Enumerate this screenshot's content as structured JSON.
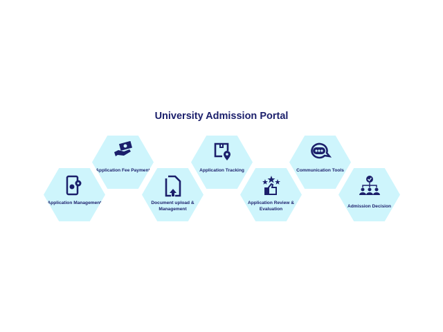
{
  "title": "University Admission Portal",
  "colors": {
    "hexagon": "#cef5fc",
    "navy": "#1b1f6b"
  },
  "steps": [
    {
      "label": "Application Management",
      "icon": "phone-gears-icon"
    },
    {
      "label": "Application Fee Payment",
      "icon": "hand-money-icon"
    },
    {
      "label": "Document upload & Management",
      "icon": "document-upload-icon"
    },
    {
      "label": "Application Tracking",
      "icon": "box-location-icon"
    },
    {
      "label": "Application Review & Evaluation",
      "icon": "thumbs-up-stars-icon"
    },
    {
      "label": "Communication Tools",
      "icon": "chat-bubble-icon"
    },
    {
      "label": "Admission Decision",
      "icon": "org-check-icon"
    }
  ]
}
